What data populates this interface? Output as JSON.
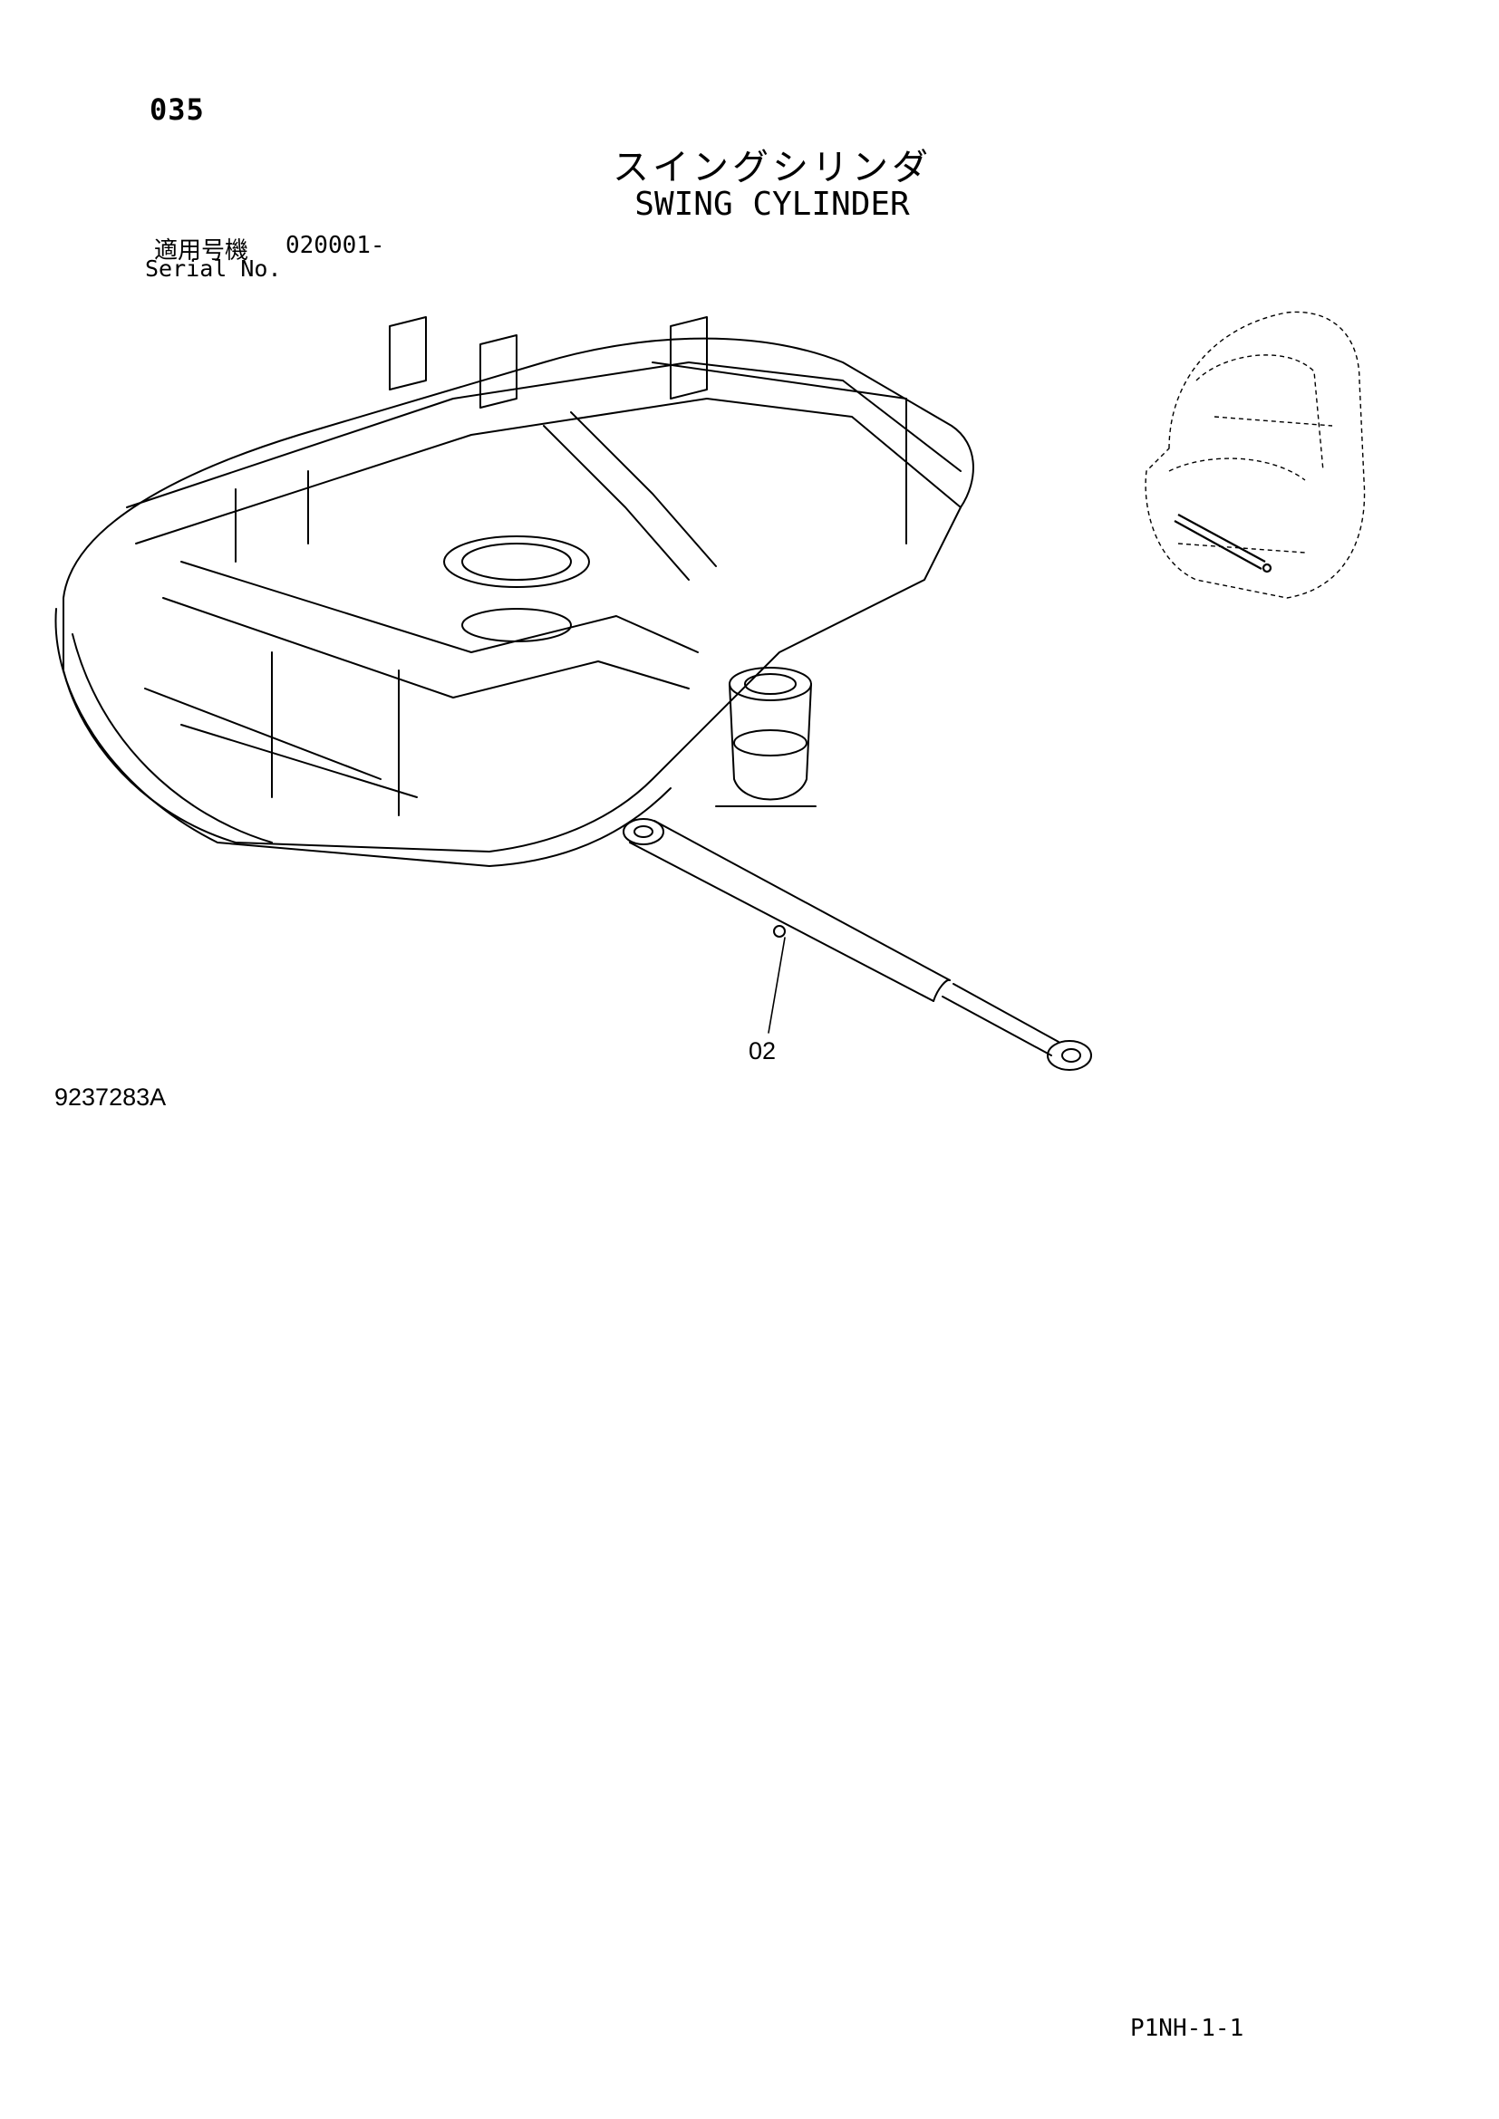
{
  "header": {
    "page_number": "035",
    "title_jp": "スイングシリンダ",
    "title_en": "SWING CYLINDER"
  },
  "serial": {
    "label_jp": "適用号機",
    "value": "020001-",
    "label_en": "Serial No."
  },
  "diagram": {
    "part_label": "02",
    "drawing_number": "9237283A"
  },
  "footer": {
    "sheet_code": "P1NH-1-1"
  }
}
